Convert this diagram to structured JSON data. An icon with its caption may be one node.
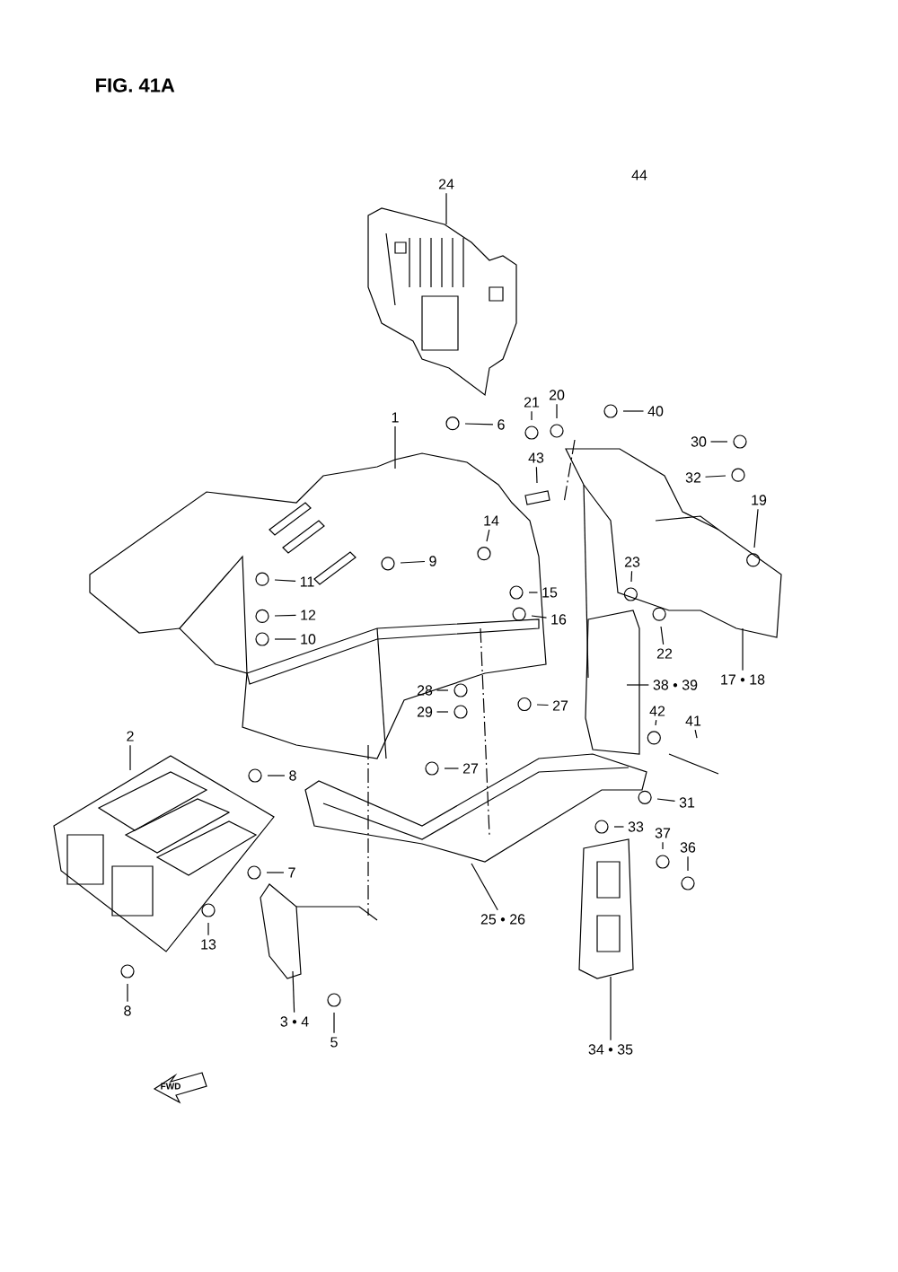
{
  "diagram": {
    "title": "FIG. 41A",
    "nodes": [
      {
        "text": [
          "24"
        ]
      },
      {
        "text": [
          "21"
        ]
      },
      {
        "text": [
          "20"
        ]
      },
      {
        "text": [
          "6"
        ]
      },
      {
        "text": [
          "40"
        ]
      },
      {
        "text": [
          "1"
        ]
      },
      {
        "text": [
          "30"
        ]
      },
      {
        "text": [
          "43"
        ]
      },
      {
        "text": [
          "32"
        ]
      },
      {
        "text": [
          "19"
        ]
      },
      {
        "text": [
          "14"
        ]
      },
      {
        "text": [
          "9"
        ]
      },
      {
        "text": [
          "23"
        ]
      },
      {
        "text": [
          "11"
        ]
      },
      {
        "text": [
          "15"
        ]
      },
      {
        "text": [
          "12"
        ]
      },
      {
        "text": [
          "16"
        ]
      },
      {
        "text": [
          "10"
        ]
      },
      {
        "text": [
          "22"
        ]
      },
      {
        "text": [
          "17 • 18"
        ]
      },
      {
        "text": [
          "38 • 39"
        ]
      },
      {
        "text": [
          "42"
        ]
      },
      {
        "text": [
          "28"
        ]
      },
      {
        "text": [
          "27"
        ]
      },
      {
        "text": [
          "29"
        ]
      },
      {
        "text": [
          "41"
        ]
      },
      {
        "text": [
          "2"
        ]
      },
      {
        "text": [
          "8"
        ]
      },
      {
        "text": [
          "27"
        ]
      },
      {
        "text": [
          "31"
        ]
      },
      {
        "text": [
          "33"
        ]
      },
      {
        "text": [
          "37"
        ]
      },
      {
        "text": [
          "36"
        ]
      },
      {
        "text": [
          "7"
        ]
      },
      {
        "text": [
          "25 • 26"
        ]
      },
      {
        "text": [
          "13"
        ]
      },
      {
        "text": [
          "8"
        ]
      },
      {
        "text": [
          "3 • 4"
        ]
      },
      {
        "text": [
          "5"
        ]
      },
      {
        "text": [
          "34 • 35"
        ]
      }
    ],
    "edges": [
      {
        "from": 0,
        "to": null,
        "arrow": "none"
      },
      {
        "from": 1,
        "to": null,
        "arrow": "none"
      },
      {
        "from": 2,
        "to": null,
        "arrow": "none"
      },
      {
        "from": 3,
        "to": null,
        "arrow": "none"
      },
      {
        "from": 4,
        "to": null,
        "arrow": "none"
      },
      {
        "from": 5,
        "to": null,
        "arrow": "none"
      },
      {
        "from": 6,
        "to": null,
        "arrow": "none"
      },
      {
        "from": 7,
        "to": null,
        "arrow": "none"
      },
      {
        "from": 8,
        "to": null,
        "arrow": "none"
      },
      {
        "from": 9,
        "to": null,
        "arrow": "none"
      },
      {
        "from": 10,
        "to": null,
        "arrow": "none"
      },
      {
        "from": 11,
        "to": null,
        "arrow": "none"
      },
      {
        "from": 12,
        "to": null,
        "arrow": "none"
      },
      {
        "from": 13,
        "to": null,
        "arrow": "none"
      },
      {
        "from": 14,
        "to": null,
        "arrow": "none"
      },
      {
        "from": 15,
        "to": null,
        "arrow": "none"
      },
      {
        "from": 16,
        "to": null,
        "arrow": "none"
      },
      {
        "from": 17,
        "to": null,
        "arrow": "none"
      },
      {
        "from": 18,
        "to": null,
        "arrow": "none"
      },
      {
        "from": 19,
        "to": null,
        "arrow": "none"
      },
      {
        "from": 20,
        "to": null,
        "arrow": "none"
      },
      {
        "from": 21,
        "to": null,
        "arrow": "none"
      },
      {
        "from": 22,
        "to": null,
        "arrow": "none"
      },
      {
        "from": 23,
        "to": null,
        "arrow": "none"
      },
      {
        "from": 24,
        "to": null,
        "arrow": "none"
      },
      {
        "from": 25,
        "to": null,
        "arrow": "none"
      },
      {
        "from": 26,
        "to": null,
        "arrow": "none"
      },
      {
        "from": 27,
        "to": null,
        "arrow": "none"
      },
      {
        "from": 28,
        "to": null,
        "arrow": "none"
      },
      {
        "from": 29,
        "to": null,
        "arrow": "none"
      },
      {
        "from": 30,
        "to": null,
        "arrow": "none"
      },
      {
        "from": 31,
        "to": null,
        "arrow": "none"
      },
      {
        "from": 32,
        "to": null,
        "arrow": "none"
      },
      {
        "from": 33,
        "to": null,
        "arrow": "none"
      },
      {
        "from": 34,
        "to": null,
        "arrow": "none"
      },
      {
        "from": 35,
        "to": null,
        "arrow": "none"
      },
      {
        "from": 36,
        "to": null,
        "arrow": "none"
      },
      {
        "from": 37,
        "to": null,
        "arrow": "none"
      },
      {
        "from": 38,
        "to": null,
        "arrow": "none"
      },
      {
        "from": 39,
        "to": null,
        "arrow": "none"
      }
    ],
    "labels": [
      "44",
      "FWD"
    ]
  }
}
